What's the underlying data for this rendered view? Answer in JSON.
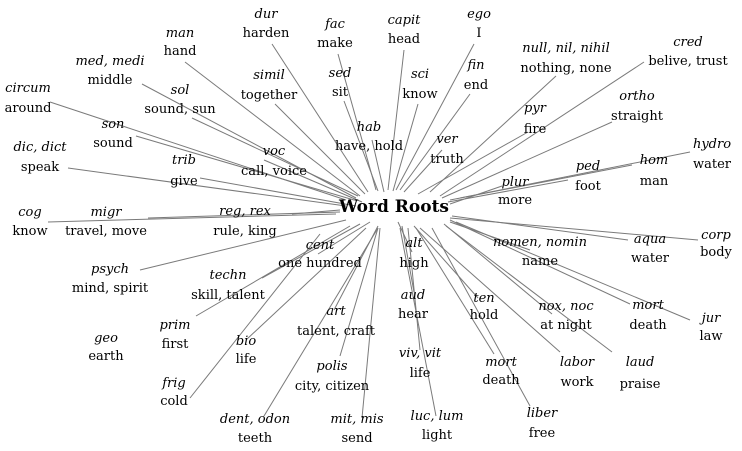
{
  "center": {
    "label": "Word Roots"
  },
  "roots": [
    {
      "id": "man",
      "root": "man",
      "meaning": "hand"
    },
    {
      "id": "dur",
      "root": "dur",
      "meaning": "harden"
    },
    {
      "id": "fac",
      "root": "fac",
      "meaning": "make"
    },
    {
      "id": "capit",
      "root": "capit",
      "meaning": "head"
    },
    {
      "id": "ego",
      "root": "ego",
      "meaning": "I"
    },
    {
      "id": "cred",
      "root": "cred",
      "meaning": "belive, trust"
    },
    {
      "id": "null",
      "root": "null, nil, nihil",
      "meaning": "nothing, none"
    },
    {
      "id": "med",
      "root": "med, medi",
      "meaning": "middle"
    },
    {
      "id": "simil",
      "root": "simil",
      "meaning": "together"
    },
    {
      "id": "sed",
      "root": "sed",
      "meaning": "sit"
    },
    {
      "id": "sci",
      "root": "sci",
      "meaning": "know"
    },
    {
      "id": "fin",
      "root": "fin",
      "meaning": "end"
    },
    {
      "id": "circum",
      "root": "circum",
      "meaning": "around"
    },
    {
      "id": "sol",
      "root": "sol",
      "meaning": "sound, sun"
    },
    {
      "id": "pyr",
      "root": "pyr",
      "meaning": "fire"
    },
    {
      "id": "ortho",
      "root": "ortho",
      "meaning": "straight"
    },
    {
      "id": "son",
      "root": "son",
      "meaning": "sound"
    },
    {
      "id": "hab",
      "root": "hab",
      "meaning": "have, hold"
    },
    {
      "id": "ver",
      "root": "ver",
      "meaning": "truth"
    },
    {
      "id": "hydro",
      "root": "hydro",
      "meaning": "water"
    },
    {
      "id": "dic",
      "root": "dic, dict",
      "meaning": "speak"
    },
    {
      "id": "voc",
      "root": "voc",
      "meaning": "call, voice"
    },
    {
      "id": "hom",
      "root": "hom",
      "meaning": "man"
    },
    {
      "id": "trib",
      "root": "trib",
      "meaning": "give"
    },
    {
      "id": "ped",
      "root": "ped",
      "meaning": "foot"
    },
    {
      "id": "plur",
      "root": "plur",
      "meaning": "more"
    },
    {
      "id": "cog",
      "root": "cog",
      "meaning": "know"
    },
    {
      "id": "migr",
      "root": "migr",
      "meaning": "travel, move"
    },
    {
      "id": "reg",
      "root": "reg, rex",
      "meaning": "rule, king"
    },
    {
      "id": "corp",
      "root": "corp",
      "meaning": "body"
    },
    {
      "id": "cent",
      "root": "cent",
      "meaning": "one hundred"
    },
    {
      "id": "alt",
      "root": "alt",
      "meaning": "high"
    },
    {
      "id": "nomen",
      "root": "nomen, nomin",
      "meaning": "name"
    },
    {
      "id": "aqua",
      "root": "aqua",
      "meaning": "water"
    },
    {
      "id": "psych",
      "root": "psych",
      "meaning": "mind, spirit"
    },
    {
      "id": "techn",
      "root": "techn",
      "meaning": "skill, talent"
    },
    {
      "id": "aud",
      "root": "aud",
      "meaning": "hear"
    },
    {
      "id": "ten",
      "root": "ten",
      "meaning": "hold"
    },
    {
      "id": "nox",
      "root": "nox, noc",
      "meaning": "at night"
    },
    {
      "id": "mort1",
      "root": "mort",
      "meaning": "death"
    },
    {
      "id": "jur",
      "root": "jur",
      "meaning": "law"
    },
    {
      "id": "prim",
      "root": "prim",
      "meaning": "first"
    },
    {
      "id": "art",
      "root": "art",
      "meaning": "talent, craft"
    },
    {
      "id": "geo",
      "root": "geo",
      "meaning": "earth"
    },
    {
      "id": "bio",
      "root": "bio",
      "meaning": "life"
    },
    {
      "id": "viv",
      "root": "viv, vit",
      "meaning": "life"
    },
    {
      "id": "laud",
      "root": "laud",
      "meaning": "praise"
    },
    {
      "id": "labor",
      "root": "labor",
      "meaning": "work"
    },
    {
      "id": "mort2",
      "root": "mort",
      "meaning": "death"
    },
    {
      "id": "polis",
      "root": "polis",
      "meaning": "city, citizen"
    },
    {
      "id": "frig",
      "root": "frig",
      "meaning": "cold"
    },
    {
      "id": "liber",
      "root": "liber",
      "meaning": "free"
    },
    {
      "id": "dent",
      "root": "dent, odon",
      "meaning": "teeth"
    },
    {
      "id": "mit",
      "root": "mit, mis",
      "meaning": "send"
    },
    {
      "id": "luc",
      "root": "luc, lum",
      "meaning": "light"
    }
  ]
}
